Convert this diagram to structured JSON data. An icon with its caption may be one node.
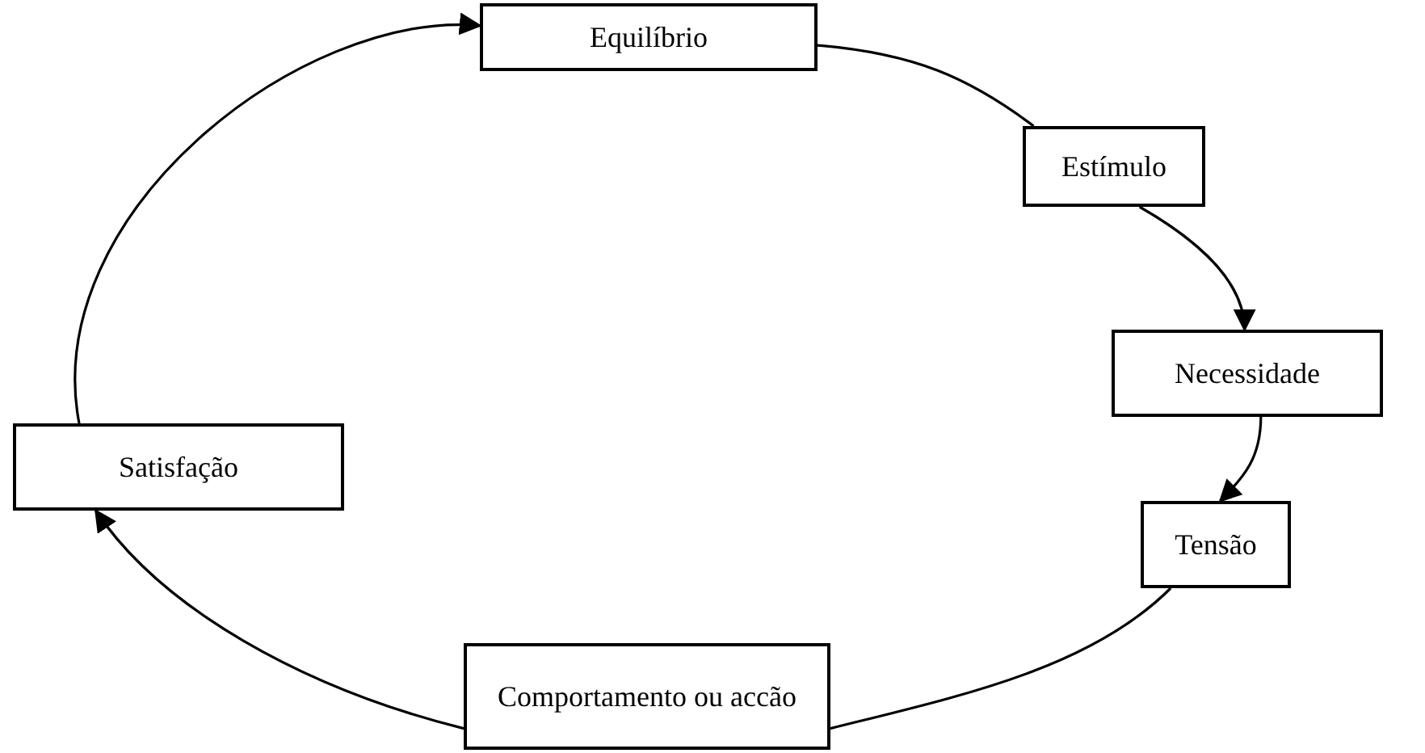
{
  "diagram": {
    "nodes": [
      {
        "text": [
          "Equilíbrio"
        ]
      },
      {
        "text": [
          "Estímulo"
        ]
      },
      {
        "text": [
          "Necessidade"
        ]
      },
      {
        "text": [
          "Tensão"
        ]
      },
      {
        "text": [
          "Comportamento ou accão"
        ]
      },
      {
        "text": [
          "Satisfação"
        ]
      }
    ],
    "edges": [
      {
        "from": 0,
        "to": 1,
        "arrow": "none"
      },
      {
        "from": 1,
        "to": 2,
        "arrow": "to"
      },
      {
        "from": 2,
        "to": 3,
        "arrow": "to"
      },
      {
        "from": 3,
        "to": 4,
        "arrow": "none"
      },
      {
        "from": 4,
        "to": 5,
        "arrow": "to"
      },
      {
        "from": 5,
        "to": 0,
        "arrow": "to"
      }
    ]
  }
}
